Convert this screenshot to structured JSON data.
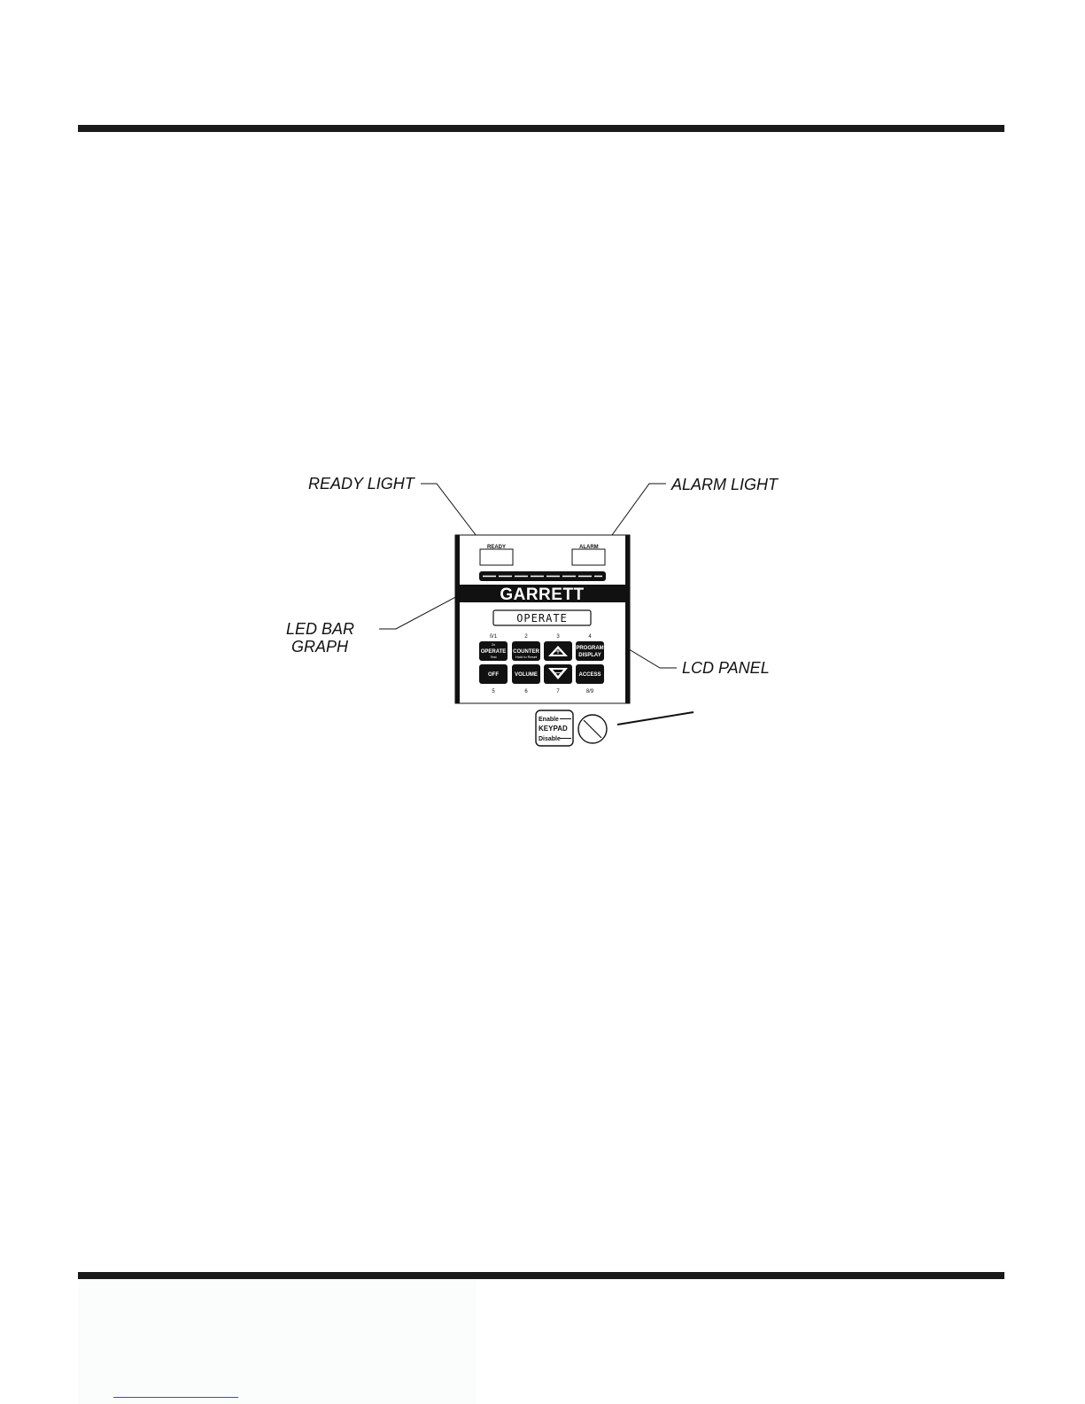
{
  "callouts": {
    "ready_light": "READY LIGHT",
    "alarm_light": "ALARM LIGHT",
    "led_bar_line1": "LED BAR",
    "led_bar_line2": "GRAPH",
    "lcd_panel": "LCD PANEL"
  },
  "panel": {
    "ready_label": "READY",
    "alarm_label": "ALARM",
    "brand": "GARRETT",
    "lcd_text": "OPERATE",
    "top_numbers": [
      "0/1",
      "2",
      "3",
      "4"
    ],
    "bottom_numbers": [
      "5",
      "6",
      "7",
      "8/9"
    ],
    "buttons": {
      "operate_small": "2x",
      "operate": "OPERATE",
      "operate_sub": "Test",
      "counter": "COUNTER",
      "counter_sub": "Hold to Reset",
      "program_line1": "PROGRAM",
      "program_line2": "DISPLAY",
      "off": "OFF",
      "volume": "VOLUME",
      "access": "ACCESS"
    }
  },
  "keypad_switch": {
    "enable": "Enable",
    "label": "KEYPAD",
    "disable": "Disable"
  },
  "colors": {
    "ink": "#111111",
    "rule": "#1a1a1a",
    "link": "#2a4fd6"
  }
}
